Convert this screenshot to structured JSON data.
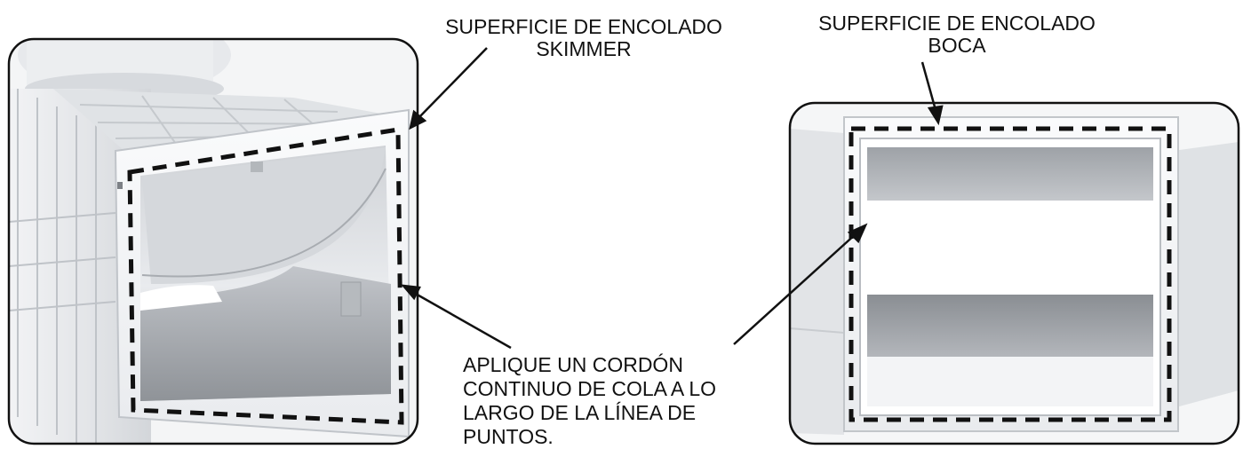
{
  "labels": {
    "skimmer_line1": "SUPERFICIE DE ENCOLADO",
    "skimmer_line2": "SKIMMER",
    "boca_line1": "SUPERFICIE DE ENCOLADO",
    "boca_line2": "BOCA",
    "instruction_line1": "APLIQUE UN CORDÓN",
    "instruction_line2": "CONTINUO DE COLA A LO",
    "instruction_line3": "LARGO DE LA LÍNEA DE",
    "instruction_line4": "PUNTOS."
  },
  "colors": {
    "frame": "#111111",
    "plastic_light": "#e6e8eb",
    "plastic_mid": "#c9ccd1",
    "plastic_dark": "#8e9297",
    "dash": "#111111"
  }
}
